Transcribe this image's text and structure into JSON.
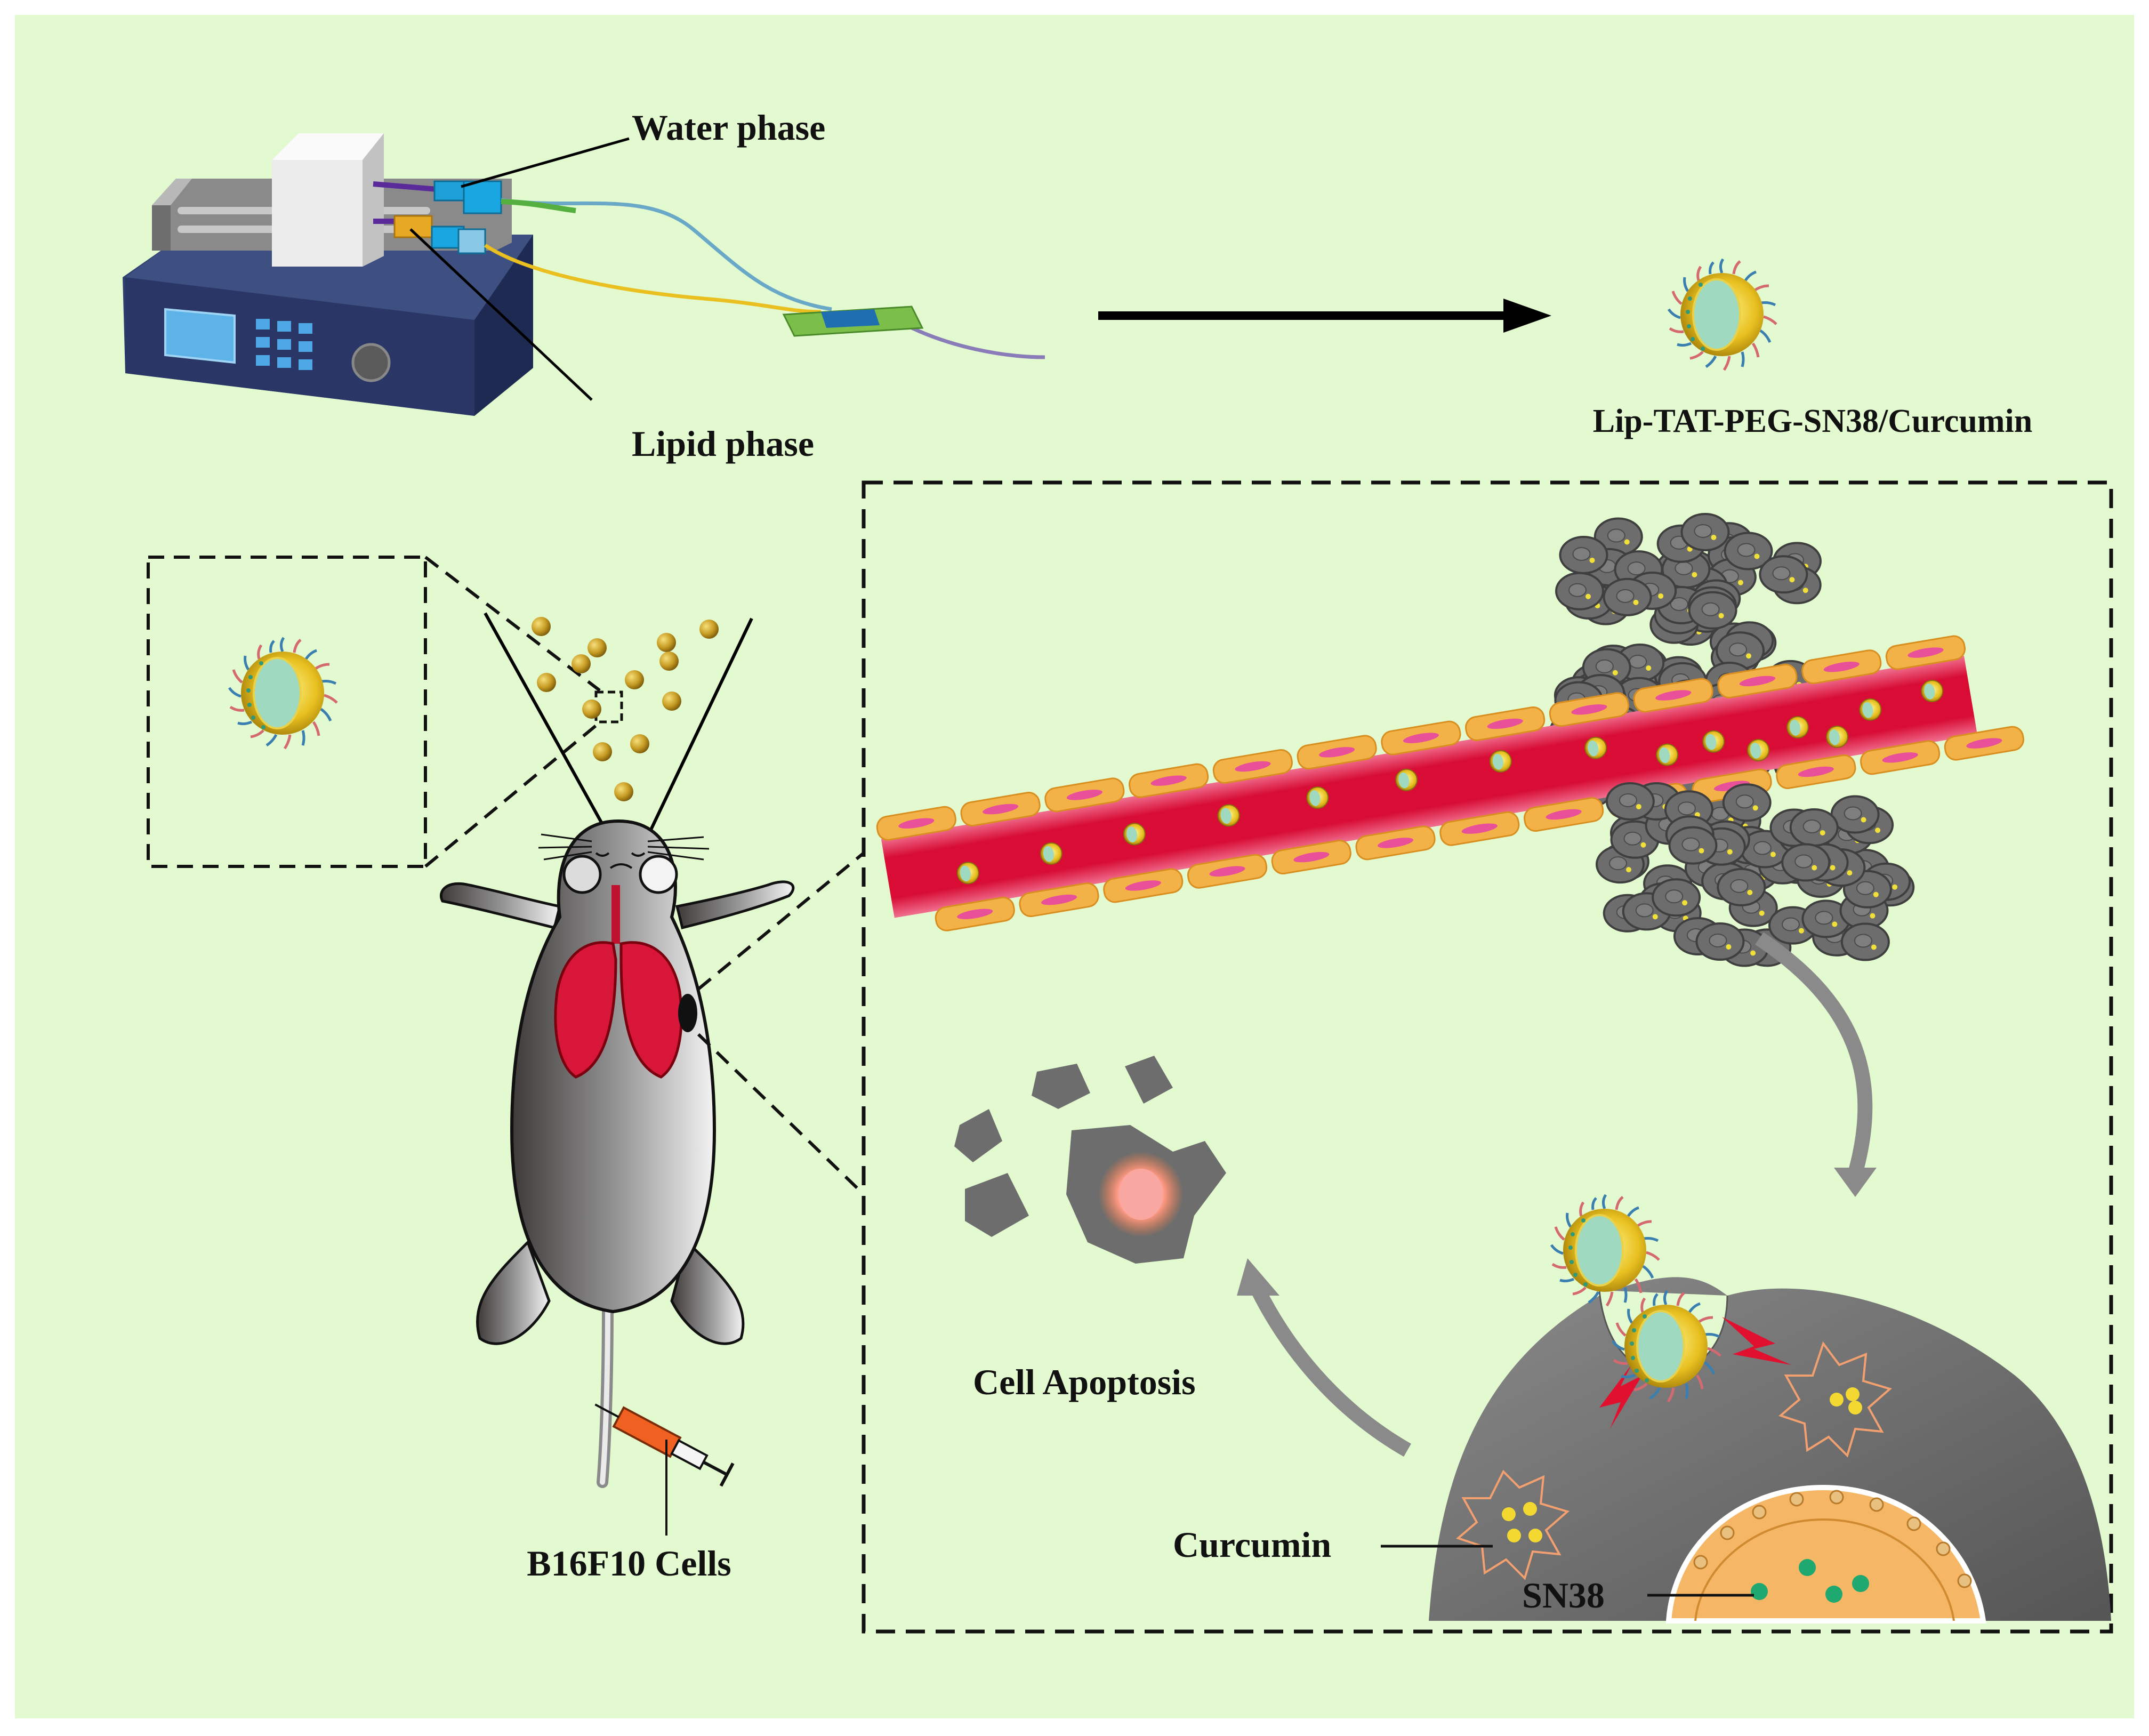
{
  "labels": {
    "water_phase": "Water phase",
    "lipid_phase": "Lipid phase",
    "product": "Lip-TAT-PEG-SN38/Curcumin",
    "cell_apoptosis": "Cell Apoptosis",
    "b16f10_cells": "B16F10 Cells",
    "curcumin": "Curcumin",
    "sn38": "SN38"
  },
  "colors": {
    "background": "#e3fad0",
    "pump_body": "#2d3c6b",
    "vessel": "#e01035",
    "endothelium": "#f3b247",
    "tumor_cell": "#6d6d6d",
    "nucleus": "#f5b766",
    "liposome_shell": "#e8c020",
    "liposome_core": "#9fd9c0",
    "lung": "#d8163a"
  }
}
